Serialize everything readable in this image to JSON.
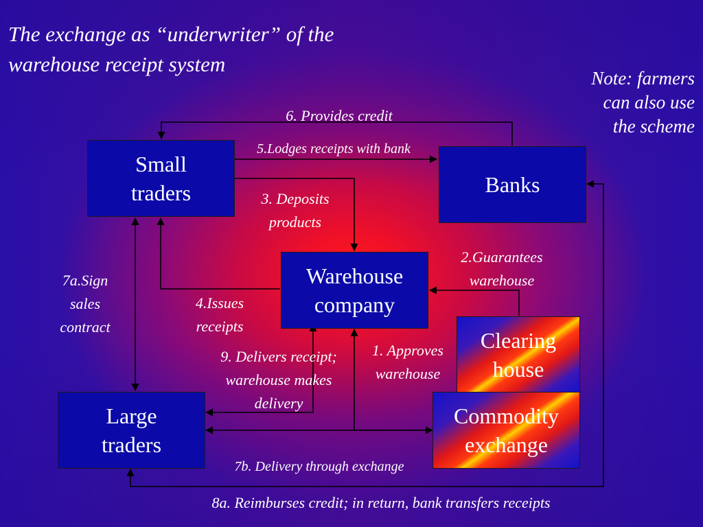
{
  "title": "The exchange as “underwriter” of  the\nwarehouse receipt system",
  "note": "Note: farmers\ncan also use\nthe scheme",
  "boxes": {
    "small_traders": "Small\ntraders",
    "banks": "Banks",
    "warehouse": "Warehouse\ncompany",
    "clearing_house": "Clearing\nhouse",
    "commodity_exchange": "Commodity\nexchange",
    "large_traders": "Large\ntraders"
  },
  "labels": {
    "provides_credit": "6. Provides credit",
    "lodges_receipts": "5.Lodges receipts with bank",
    "deposits_products": "3. Deposits\nproducts",
    "guarantees_warehouse": "2.Guarantees\nwarehouse",
    "sign_sales_contract": "7a.Sign\nsales\ncontract",
    "issues_receipts": "4.Issues\nreceipts",
    "approves_warehouse": "1. Approves\nwarehouse",
    "delivers_receipt": "9. Delivers receipt;\nwarehouse makes\ndelivery",
    "delivery_through_exchange": "7b. Delivery through exchange",
    "reimburses_credit": "8a. Reimburses credit; in return, bank transfers receipts"
  },
  "colors": {
    "box_fill": "#0b0aa8",
    "text": "#ffffff",
    "arrow": "#000000"
  }
}
